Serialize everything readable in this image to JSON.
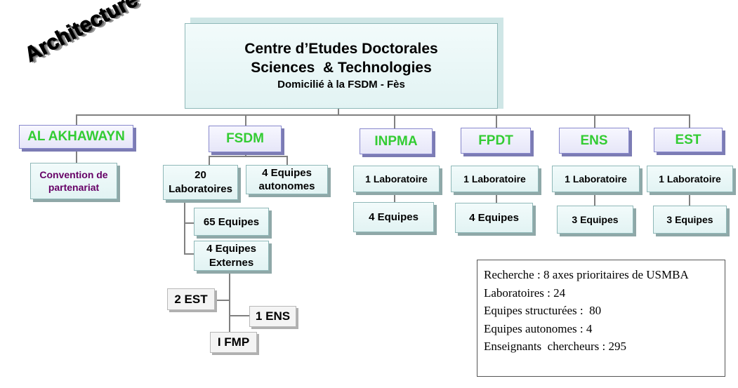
{
  "title": {
    "line1": "Centre d’Etudes Doctorales",
    "line2": "Sciences  & Technologies",
    "line3": "Domicilié à la FSDM - Fès"
  },
  "wordart": "Architecture",
  "branches": {
    "akhawayn": {
      "label": "AL AKHAWAYN",
      "sub": "Convention de partenariat"
    },
    "fsdm": {
      "label": "FSDM",
      "labs": "20 Laboratoires",
      "autonomes": "4 Equipes autonomes",
      "equipes": "65 Equipes",
      "externes": "4 Equipes Externes",
      "est": "2 EST",
      "ens": "1 ENS",
      "fmp": "I FMP"
    },
    "inpma": {
      "label": "INPMA",
      "labs": "1 Laboratoire",
      "equipes": "4 Equipes"
    },
    "fpdt": {
      "label": "FPDT",
      "labs": "1 Laboratoire",
      "equipes": "4 Equipes"
    },
    "ens": {
      "label": "ENS",
      "labs": "1 Laboratoire",
      "equipes": "3 Equipes"
    },
    "est": {
      "label": "EST",
      "labs": "1 Laboratoire",
      "equipes": "3 Equipes"
    }
  },
  "summary": [
    "Recherche : 8 axes prioritaires de USMBA",
    "Laboratoires : 24",
    "Equipes structurées :  80",
    "Equipes autonomes : 4",
    "Enseignants  chercheurs : 295"
  ],
  "colors": {
    "branch_label": "#33cc33",
    "convention_text": "#660066"
  }
}
